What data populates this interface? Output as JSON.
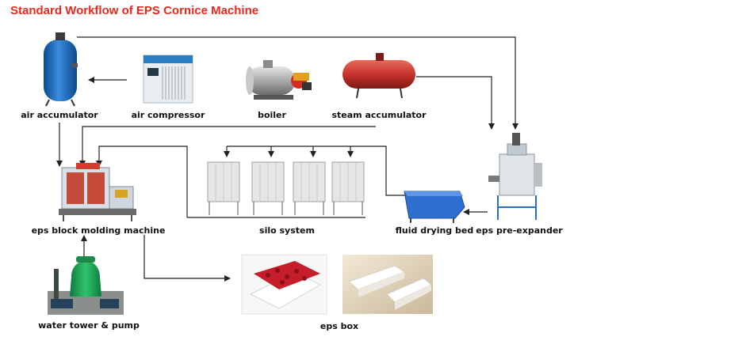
{
  "title": "Standard Workflow of EPS Cornice Machine",
  "colors": {
    "title": "#e8291c",
    "arrow": "#222222",
    "air_accumulator_tank": "#1f66b4",
    "steam_accumulator_tank": "#c8332c",
    "cooling_tower": "#1aa158",
    "fluid_drying_bed": "#2f6fd0",
    "silo_frame": "#b5b5b5"
  },
  "nodes": {
    "air_accumulator": {
      "label": "air accumulator",
      "icon": "air-accumulator-tank-icon"
    },
    "air_compressor": {
      "label": "air compressor",
      "icon": "air-compressor-icon"
    },
    "boiler": {
      "label": "boiler",
      "icon": "boiler-icon"
    },
    "steam_accumulator": {
      "label": "steam accumulator",
      "icon": "steam-accumulator-tank-icon"
    },
    "block_molding": {
      "label": "eps block molding machine",
      "icon": "block-molding-machine-icon"
    },
    "silo_system": {
      "label": "silo system",
      "icon": "silo-bags-icon"
    },
    "fluid_drying_bed": {
      "label": "fluid drying bed",
      "icon": "fluid-drying-bed-icon"
    },
    "pre_expander": {
      "label": "eps pre-expander",
      "icon": "pre-expander-icon"
    },
    "water_tower": {
      "label": "water tower & pump",
      "icon": "cooling-tower-icon"
    },
    "eps_box": {
      "label": "eps box",
      "icon": "eps-box-photo-icon"
    }
  },
  "flows": [
    {
      "from": "air_compressor",
      "to": "air_accumulator"
    },
    {
      "from": "air_accumulator",
      "to": "block_molding"
    },
    {
      "from": "air_accumulator",
      "to": "pre_expander"
    },
    {
      "from": "steam_accumulator",
      "to": "pre_expander"
    },
    {
      "from": "steam_accumulator",
      "to": "block_molding"
    },
    {
      "from": "pre_expander",
      "to": "fluid_drying_bed"
    },
    {
      "from": "fluid_drying_bed",
      "to": "silo_system"
    },
    {
      "from": "silo_system",
      "to": "block_molding"
    },
    {
      "from": "water_tower",
      "to": "block_molding"
    },
    {
      "from": "block_molding",
      "to": "eps_box"
    }
  ]
}
